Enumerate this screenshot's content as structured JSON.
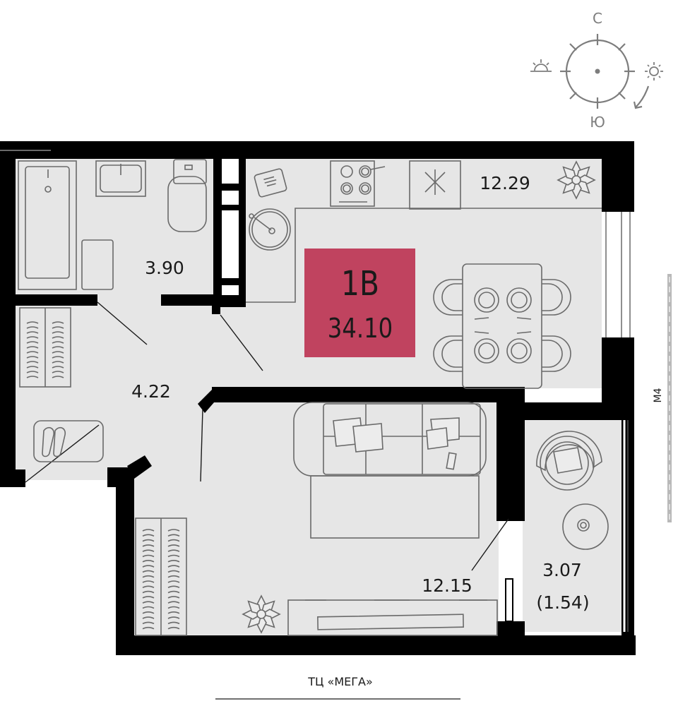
{
  "compass": {
    "north": "С",
    "south": "Ю"
  },
  "apartment": {
    "type": "1В",
    "total_area": "34.10",
    "badge_color": "#c0435f"
  },
  "rooms": {
    "kitchen": "12.29",
    "bathroom": "3.90",
    "hall": "4.22",
    "living": "12.15",
    "balcony": "3.07",
    "balcony_reduced": "(1.54)"
  },
  "surroundings": {
    "road": "М4",
    "bottom": "ТЦ «МЕГА»"
  },
  "colors": {
    "wall": "#000000",
    "floor": "#e6e6e6",
    "furniture": "#6a6a6a",
    "compass": "#7d7d7d"
  }
}
